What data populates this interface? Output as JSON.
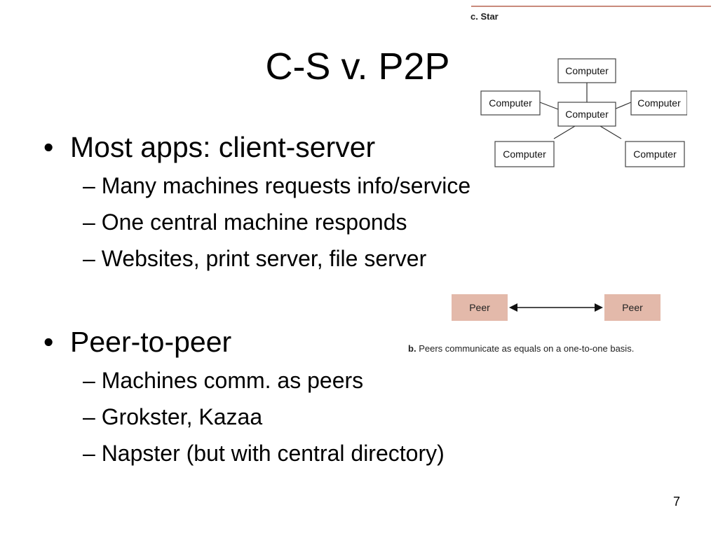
{
  "title": "C-S v. P2P",
  "figure_a": {
    "caption": "c. Star",
    "center_label": "Computer",
    "node_labels": [
      "Computer",
      "Computer",
      "Computer",
      "Computer",
      "Computer"
    ]
  },
  "figure_b": {
    "left_label": "Peer",
    "right_label": "Peer",
    "caption_letter": "b.",
    "caption_text": "Peers communicate as equals on a one-to-one basis.",
    "fill_color": "#e3b9aa"
  },
  "bullets": [
    {
      "text": "Most apps: client-server",
      "subitems": [
        "Many machines requests info/service",
        "One central machine responds",
        "Websites, print server, file server"
      ]
    },
    {
      "text": "Peer-to-peer",
      "subitems": [
        "Machines comm. as peers",
        "Grokster, Kazaa",
        "Napster (but with central directory)"
      ]
    }
  ],
  "bullet_symbol": "•",
  "dash_symbol": "–",
  "page_number": "7"
}
